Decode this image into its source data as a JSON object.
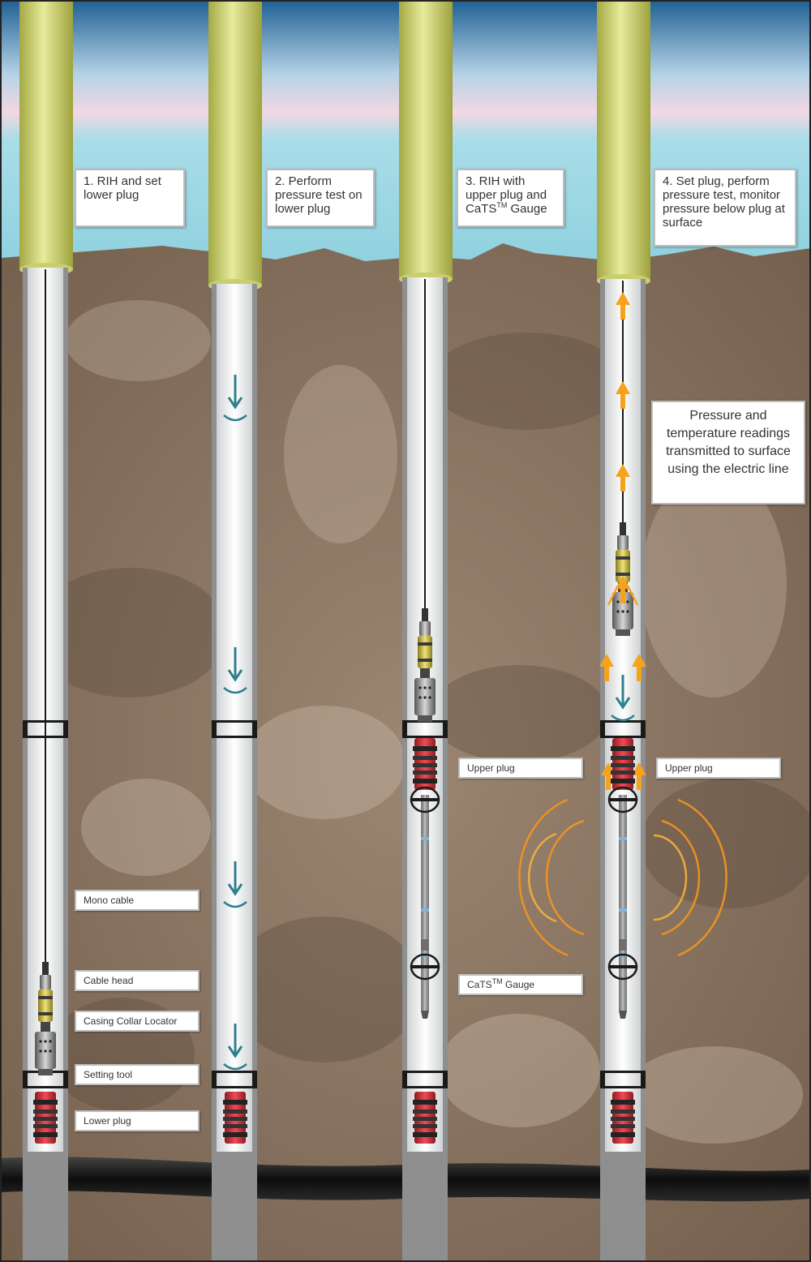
{
  "colors": {
    "sky": "#a9dde8",
    "ground": "#8a7562",
    "riser": "#d7dd86",
    "plug_red": "#d8343f",
    "flow_arrow": "#2f7f8f",
    "signal_arrow": "#f7a21b"
  },
  "steps": [
    {
      "text": "1. RIH and set lower plug"
    },
    {
      "text": "2. Perform pressure test on lower plug"
    },
    {
      "text_prefix": "3. RIH with upper plug and CaTS",
      "text_sup": "TM",
      "text_suffix": " Gauge"
    },
    {
      "text": "4. Set plug, perform pressure test, monitor pressure below plug at surface"
    }
  ],
  "labels": {
    "mono_cable": "Mono cable",
    "cable_head": "Cable head",
    "casing_collar_locator": "Casing Collar Locator",
    "setting_tool": "Setting tool",
    "lower_plug": "Lower plug",
    "upper_plug_3": "Upper plug",
    "upper_plug_4": "Upper plug",
    "cats_gauge_prefix": "CaTS",
    "cats_gauge_sup": "TM",
    "cats_gauge_suffix": " Gauge"
  },
  "note": "Pressure and temperature readings transmitted to surface using the electric line",
  "icons": {
    "down_arrow": "pressure-down-arrow-icon",
    "up_arrow": "signal-up-arrow-icon",
    "wave": "acoustic-wave-icon"
  }
}
